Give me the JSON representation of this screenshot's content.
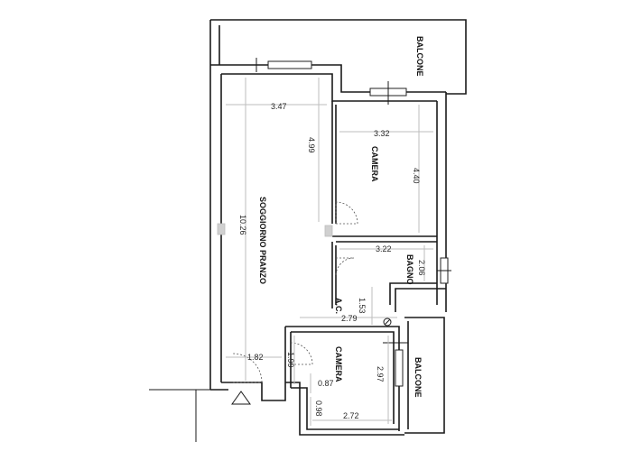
{
  "rooms": {
    "balcone_top": "BALCONE",
    "soggiorno": "SOGGIORNO PRANZO",
    "camera_top": "CAMERA",
    "bagno": "BAGNO",
    "ac": "A.C.",
    "camera_bottom": "CAMERA",
    "balcone_right": "BALCONE"
  },
  "dimensions": {
    "d347": "3.47",
    "d499": "4.99",
    "d332": "3.32",
    "d440": "4.40",
    "d1026": "10.26",
    "d322": "3.22",
    "d206": "2.06",
    "d153": "1.53",
    "d279": "2.79",
    "d182": "1.82",
    "d199": "1.99",
    "d297": "2.97",
    "d087": "0.87",
    "d098": "0.98",
    "d272": "2.72"
  },
  "colors": {
    "wall": "#1a1a1a",
    "dimension_line": "#bdbdbd",
    "text": "#111111"
  }
}
